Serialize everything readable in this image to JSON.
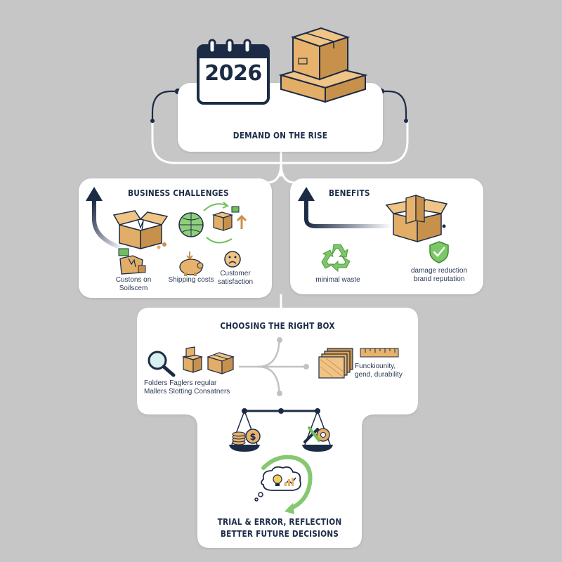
{
  "calendar": {
    "year": "2026"
  },
  "demand": {
    "title": "DEMAND ON THE RISE"
  },
  "challenges": {
    "title": "BUSINESS CHALLENGES",
    "items": [
      {
        "label_line1": "Custons on",
        "label_line2": "Soilscem",
        "icon": "damaged-box-icon"
      },
      {
        "label_line1": "Shipping costs",
        "label_line2": "",
        "icon": "piggy-bank-icon"
      },
      {
        "label_line1": "Customer",
        "label_line2": "satisfaction",
        "icon": "sad-face-icon"
      }
    ]
  },
  "benefits": {
    "title": "BENEFITS",
    "items": [
      {
        "label_line1": "minimal waste",
        "label_line2": "",
        "icon": "recycle-icon"
      },
      {
        "label_line1": "damage reduction",
        "label_line2": "brand reputation",
        "icon": "shield-check-icon"
      }
    ]
  },
  "choosing": {
    "title": "CHOOSING THE RIGHT BOX",
    "types_line1": "Folders    Faglers    regular",
    "types_line2": "Mallers    Slotting Consatners",
    "criteria_line1": "Funckiounity,",
    "criteria_line2": "gend, durability"
  },
  "reflection": {
    "line1": "TRIAL & ERROR, REFLECTION",
    "line2": "BETTER FUTURE DECISIONS"
  },
  "colors": {
    "background": "#c6c6c7",
    "navy": "#1c2b45",
    "cardboard": "#e5b472",
    "cardboard_dark": "#c48c45",
    "green": "#6fbf5a"
  }
}
